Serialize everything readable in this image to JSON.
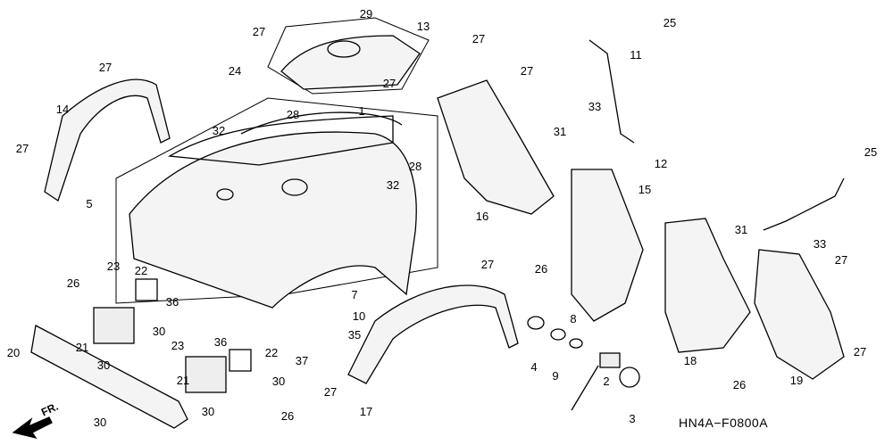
{
  "diagram_code": "HN4A−F0800A",
  "direction_label": "FR.",
  "callouts": [
    "29",
    "13",
    "27",
    "27",
    "25",
    "27",
    "24",
    "11",
    "27",
    "27",
    "14",
    "1",
    "28",
    "33",
    "32",
    "31",
    "27",
    "12",
    "25",
    "5",
    "28",
    "32",
    "15",
    "16",
    "31",
    "33",
    "26",
    "27",
    "27",
    "22",
    "23",
    "26",
    "36",
    "7",
    "10",
    "8",
    "35",
    "21",
    "30",
    "23",
    "36",
    "22",
    "20",
    "4",
    "9",
    "30",
    "37",
    "27",
    "18",
    "19",
    "21",
    "30",
    "2",
    "26",
    "27",
    "17",
    "30",
    "3",
    "26",
    "30"
  ],
  "colors": {
    "line": "#000000",
    "background": "#ffffff"
  }
}
